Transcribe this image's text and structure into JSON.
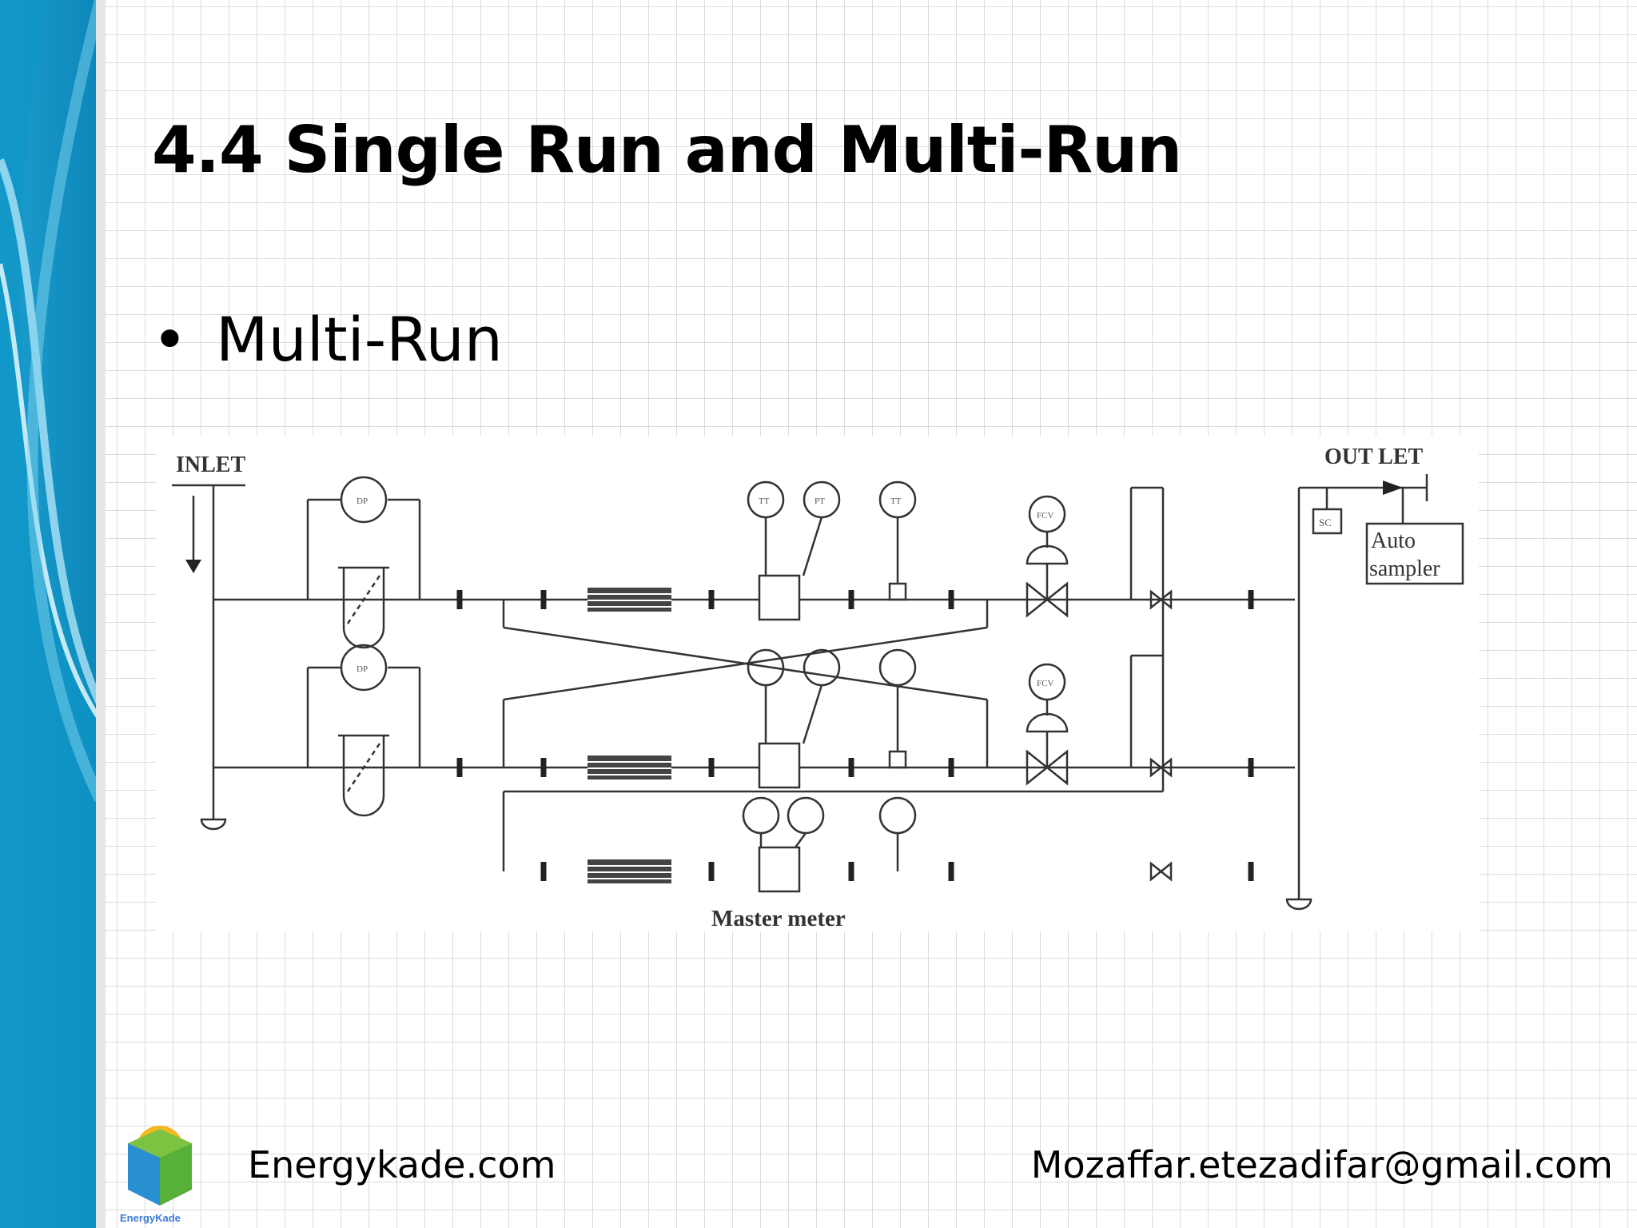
{
  "slide": {
    "title": "4.4 Single Run and Multi-Run",
    "bullet_marker": "•",
    "bullet": "Multi-Run"
  },
  "diagram": {
    "inlet_label": "INLET",
    "outlet_label": "OUT LET",
    "auto_sampler_line1": "Auto",
    "auto_sampler_line2": "sampler",
    "sc_label": "SC",
    "master_meter_label": "Master meter",
    "dp_label": "DP",
    "tt_label": "TT",
    "pt_label": "PT",
    "fcv_label": "FCV"
  },
  "footer": {
    "website": "Energykade.com",
    "email": "Mozaffar.etezadifar@gmail.com",
    "logo_text": "EnergyKade"
  },
  "colors": {
    "sidebar_dark": "#0b8fc0",
    "sidebar_light": "#5cc8ea",
    "grid": "#dcdcdc"
  }
}
